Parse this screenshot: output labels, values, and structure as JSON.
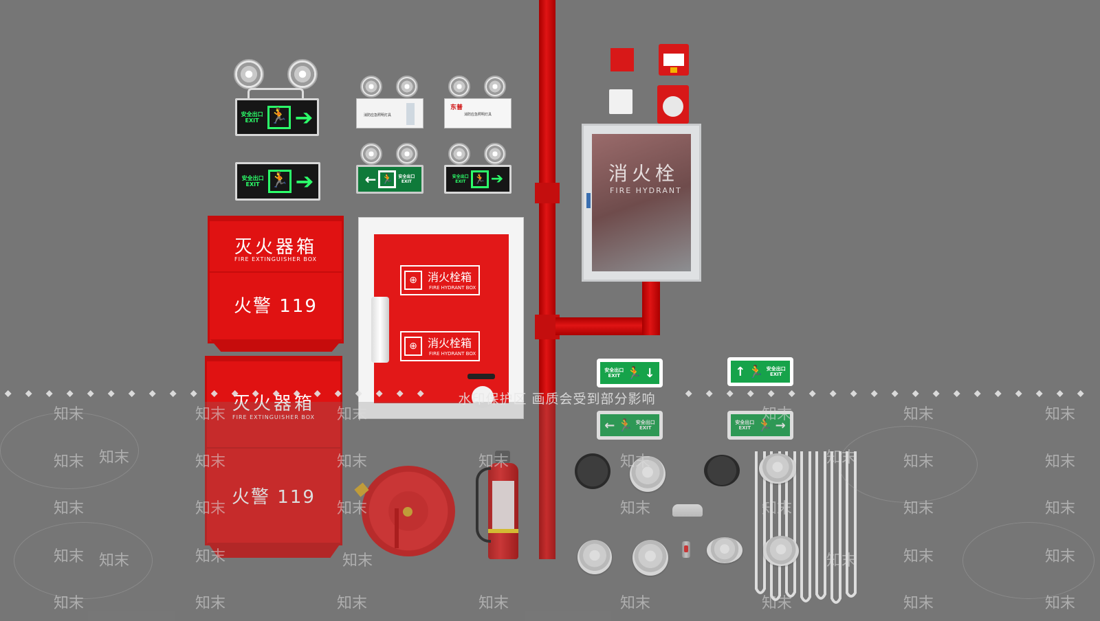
{
  "colors": {
    "background": "#767676",
    "fire_red": "#e01212",
    "exit_green": "#2cff6a",
    "evac_green": "#16a34a"
  },
  "exit_sign": {
    "text_zh": "安全出口",
    "text_en": "EXIT"
  },
  "emergency_lights": {
    "brand": "东普",
    "label_1": "消防应急照明灯具",
    "label_2": "消防应急照明灯具"
  },
  "extinguisher_box": {
    "title_zh": "灭火器箱",
    "title_en": "FIRE EXTINGUISHER BOX",
    "phone": "火警  119"
  },
  "hydrant_box": {
    "label_zh": "消火栓箱",
    "label_en": "FIRE HYDRANT BOX"
  },
  "hydrant_cabinet": {
    "text_zh": "消火栓",
    "text_en": "FIRE HYDRANT"
  },
  "evacuation_signs": {
    "text_zh": "安全出口",
    "text_en": "EXIT"
  },
  "watermark": {
    "caption": "水印保护区  画质会受到部分影响",
    "mark": "知末"
  },
  "icons": {
    "running_man": "running-man-icon",
    "arrow_right": "arrow-right-icon",
    "arrow_left": "arrow-left-icon",
    "arrow_up": "arrow-up-icon",
    "arrow_down": "arrow-down-icon"
  }
}
